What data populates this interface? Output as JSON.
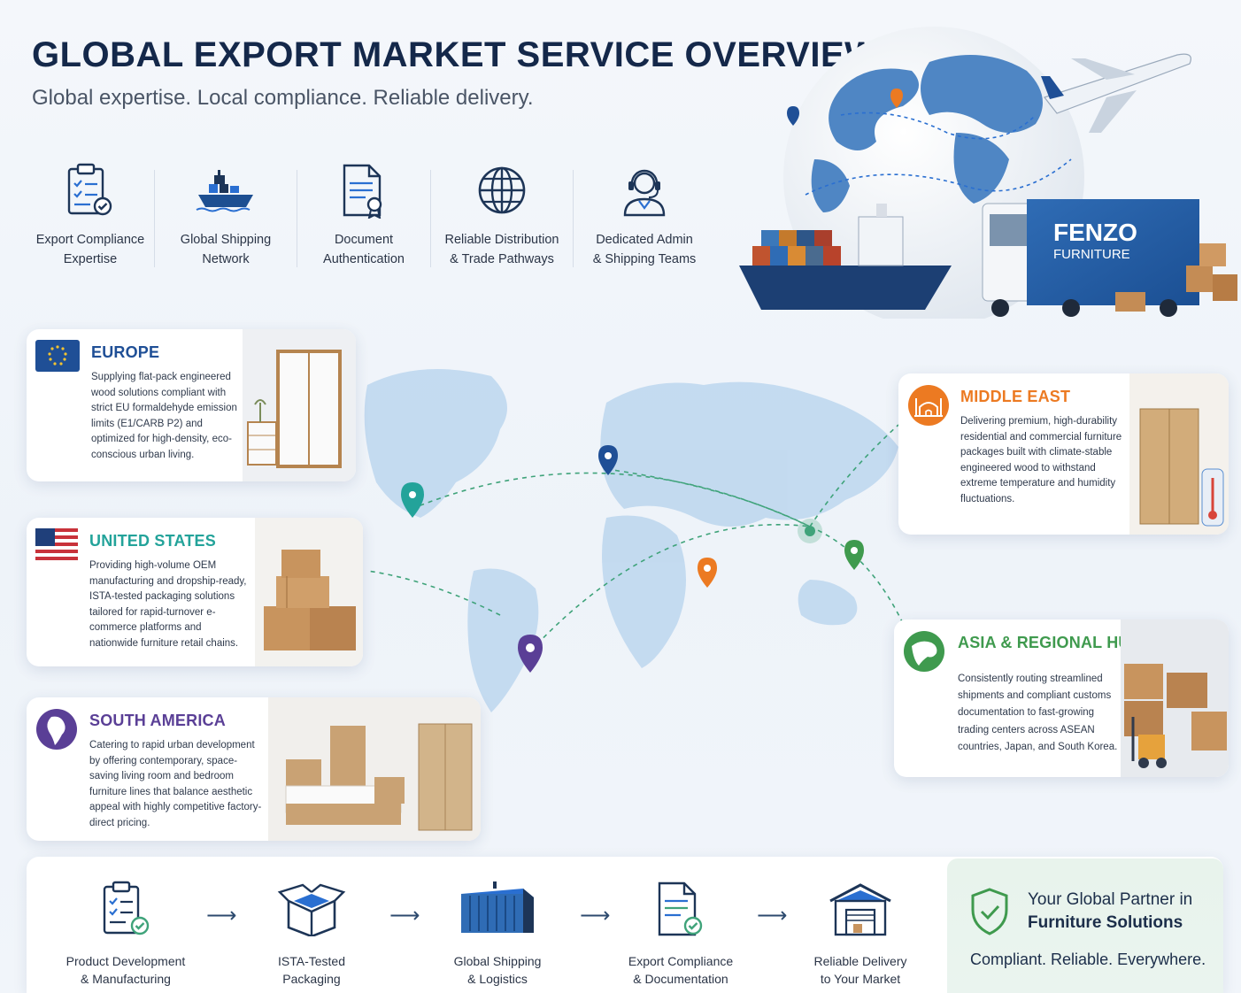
{
  "header": {
    "title": "GLOBAL EXPORT MARKET SERVICE OVERVIEW",
    "subtitle": "Global expertise. Local compliance. Reliable delivery."
  },
  "services": [
    {
      "label": "Export Compliance\nExpertise",
      "icon": "clipboard-check-icon"
    },
    {
      "label": "Global Shipping\nNetwork",
      "icon": "cargo-ship-icon"
    },
    {
      "label": "Document\nAuthentication",
      "icon": "certified-document-icon"
    },
    {
      "label": "Reliable Distribution\n& Trade Pathways",
      "icon": "globe-icon"
    },
    {
      "label": "Dedicated Admin\n& Shipping Teams",
      "icon": "support-agent-icon"
    }
  ],
  "hero": {
    "brand_line1": "FENZO",
    "brand_line2": "FURNITURE"
  },
  "regions": {
    "europe": {
      "title": "EUROPE",
      "desc": "Supplying flat-pack engineered wood solutions compliant with strict EU formaldehyde emission limits (E1/CARB P2) and optimized for high-density, eco-conscious urban living.",
      "color": "#1f4f96",
      "icon": "eu-flag-icon"
    },
    "united_states": {
      "title": "UNITED STATES",
      "desc": "Providing high-volume OEM manufacturing and dropship-ready, ISTA-tested packaging solutions tailored for rapid-turnover e-commerce platforms and nationwide furniture retail chains.",
      "color": "#23a39a",
      "icon": "us-flag-icon"
    },
    "south_america": {
      "title": "SOUTH AMERICA",
      "desc": "Catering to rapid urban development by offering contemporary, space-saving living room and bedroom furniture lines that balance aesthetic appeal with highly competitive factory-direct pricing.",
      "color": "#5a3f96",
      "icon": "south-america-globe-icon"
    },
    "middle_east": {
      "title": "MIDDLE EAST",
      "desc": "Delivering premium, high-durability residential and commercial furniture packages built with climate-stable engineered wood to withstand extreme temperature and humidity fluctuations.",
      "color": "#ec7a22",
      "icon": "mosque-icon"
    },
    "asia": {
      "title": "ASIA & REGIONAL HUBS",
      "desc": "Consistently routing streamlined shipments and compliant customs documentation to fast-growing trading centers across ASEAN countries, Japan, and South Korea.",
      "color": "#3f9a4e",
      "icon": "asia-globe-icon"
    }
  },
  "process": [
    {
      "label": "Product Development\n& Manufacturing",
      "icon": "checklist-icon"
    },
    {
      "label": "ISTA-Tested\nPackaging",
      "icon": "open-box-icon"
    },
    {
      "label": "Global Shipping\n& Logistics",
      "icon": "shipping-container-icon"
    },
    {
      "label": "Export Compliance\n& Documentation",
      "icon": "approved-document-icon"
    },
    {
      "label": "Reliable Delivery\nto Your Market",
      "icon": "warehouse-icon"
    }
  ],
  "partner": {
    "line1": "Your Global Partner in",
    "line2": "Furniture Solutions",
    "tagline": "Compliant. Reliable. Everywhere.",
    "icon": "shield-check-icon"
  },
  "colors": {
    "navy": "#14284a",
    "map_blue": "#bcd6ee",
    "route_green": "#3fa37a"
  }
}
